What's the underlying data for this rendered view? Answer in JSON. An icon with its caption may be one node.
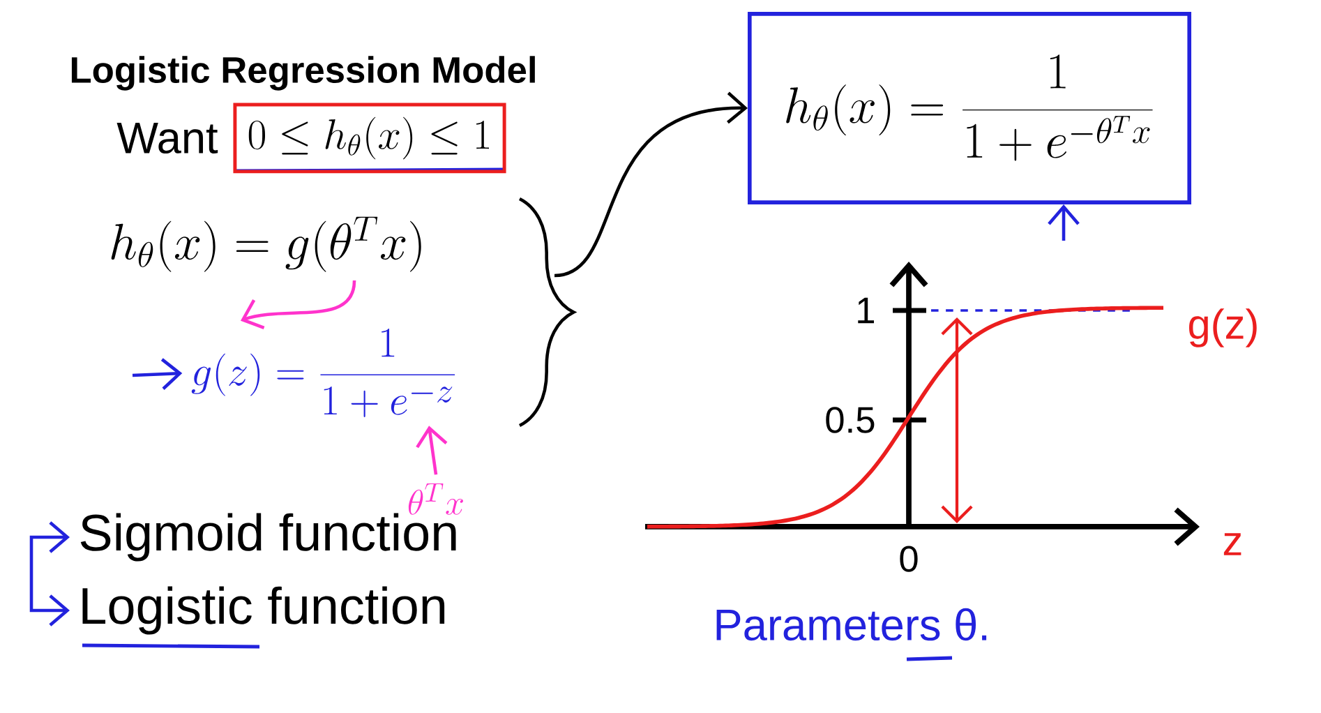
{
  "diagram": {
    "title": "Logistic Regression Model",
    "nodes": [
      {
        "text": [
          "0 \\le h_\\theta(x) \\le 1"
        ],
        "beside": [
          "Want"
        ]
      },
      {
        "text": [
          "h_\\theta(x) = g(\\theta^T x)"
        ]
      },
      {
        "text": [
          "g(z) = \\frac{1}{1+e^{-z}}"
        ]
      },
      {
        "text": [
          "\\theta^T x"
        ]
      },
      {
        "text": [
          "h_\\theta(x) = \\frac{1}{1+e^{-\\theta^T x}}"
        ]
      },
      {
        "text": [
          "Sigmoid function"
        ]
      },
      {
        "text": [
          "Logistic function"
        ]
      }
    ],
    "edges": [
      {
        "from": 1,
        "to": 2,
        "arrow": "to",
        "color": "#ff33cc"
      },
      {
        "from": 3,
        "to": 2,
        "arrow": "to",
        "color": "#ff33cc"
      },
      {
        "from": null,
        "to": 4,
        "arrow": "to",
        "color": "#000000"
      },
      {
        "from": 5,
        "to": 6,
        "arrow": "both",
        "color": "#2222dd"
      },
      {
        "from": null,
        "to": 2,
        "arrow": "to",
        "color": "#2222dd"
      },
      {
        "from": null,
        "to": 4,
        "arrow": "to",
        "color": "#2222dd"
      }
    ],
    "labels": [
      "1",
      "g(z)",
      "0.5",
      "0",
      "z",
      "Parameters θ."
    ]
  }
}
